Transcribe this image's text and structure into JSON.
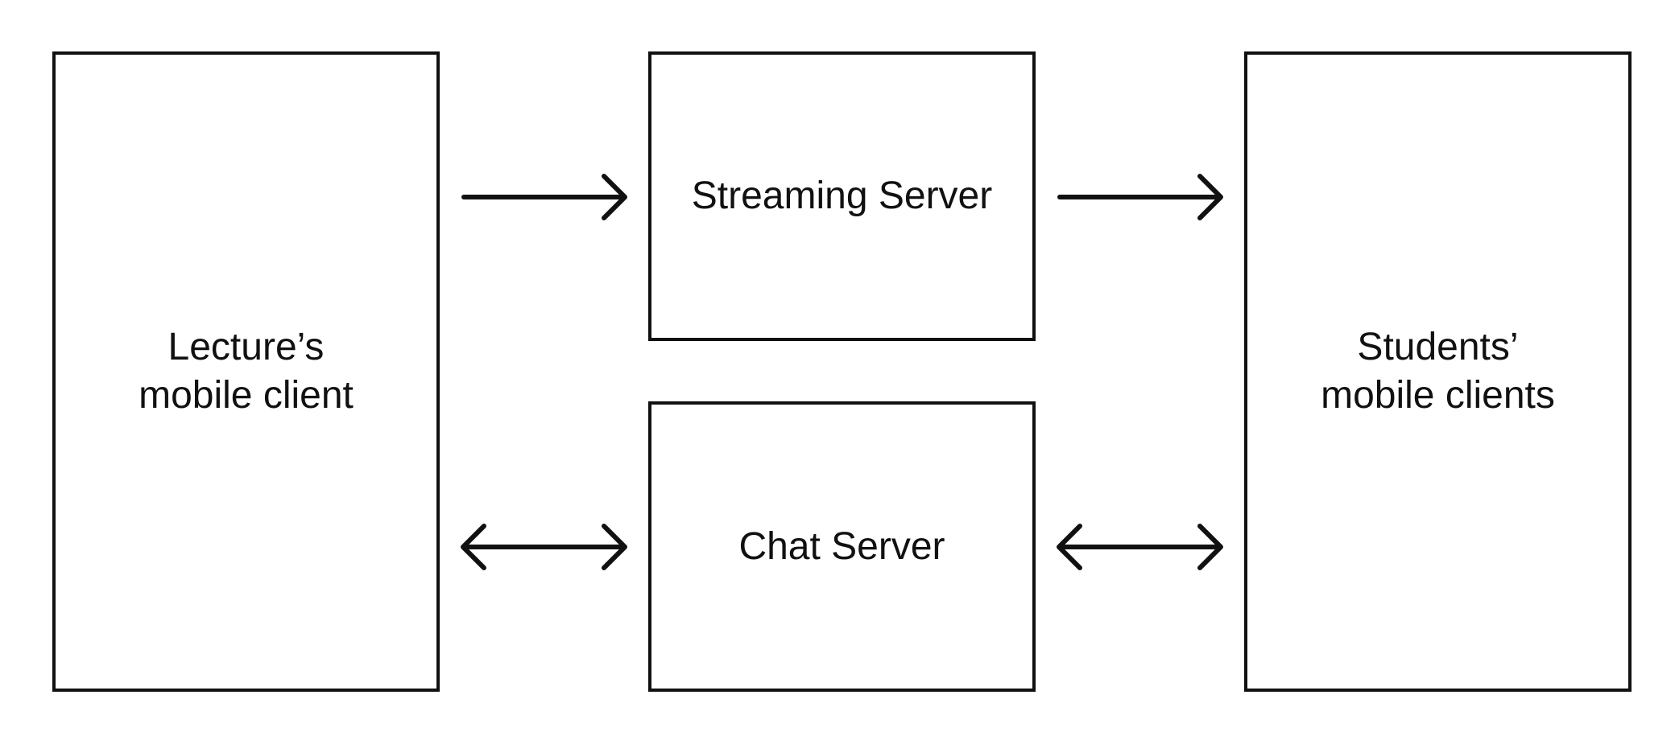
{
  "nodes": {
    "lecturer": {
      "line1": "Lecture’s",
      "line2": "mobile client"
    },
    "streaming": {
      "label": "Streaming Server"
    },
    "chat": {
      "label": "Chat Server"
    },
    "students": {
      "line1": "Students’",
      "line2": "mobile clients"
    }
  },
  "edges": [
    {
      "from": "lecturer",
      "to": "streaming",
      "direction": "one-way"
    },
    {
      "from": "streaming",
      "to": "students",
      "direction": "one-way"
    },
    {
      "from": "lecturer",
      "to": "chat",
      "direction": "two-way"
    },
    {
      "from": "chat",
      "to": "students",
      "direction": "two-way"
    }
  ],
  "colors": {
    "stroke": "#111111",
    "background": "#ffffff"
  }
}
